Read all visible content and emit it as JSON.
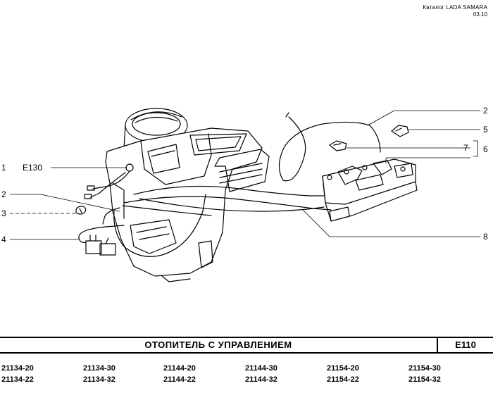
{
  "header": {
    "catalog": "Каталог  LADA  SAMARA",
    "date": "03.10"
  },
  "callouts_left": [
    {
      "num": "1",
      "text": "E130"
    },
    {
      "num": "2",
      "text": ""
    },
    {
      "num": "3",
      "text": ""
    },
    {
      "num": "4",
      "text": ""
    }
  ],
  "callouts_right": [
    {
      "num": "2"
    },
    {
      "num": "5"
    },
    {
      "num": "7"
    },
    {
      "num": "6"
    },
    {
      "num": "8"
    }
  ],
  "title": {
    "name": "ОТОПИТЕЛЬ  С  УПРАВЛЕНИЕМ",
    "code": "E110"
  },
  "models": {
    "row1": [
      "21134-20",
      "21134-30",
      "21144-20",
      "21144-30",
      "21154-20",
      "21154-30"
    ],
    "row2": [
      "21134-22",
      "21134-32",
      "21144-22",
      "21144-32",
      "21154-22",
      "21154-32"
    ]
  }
}
